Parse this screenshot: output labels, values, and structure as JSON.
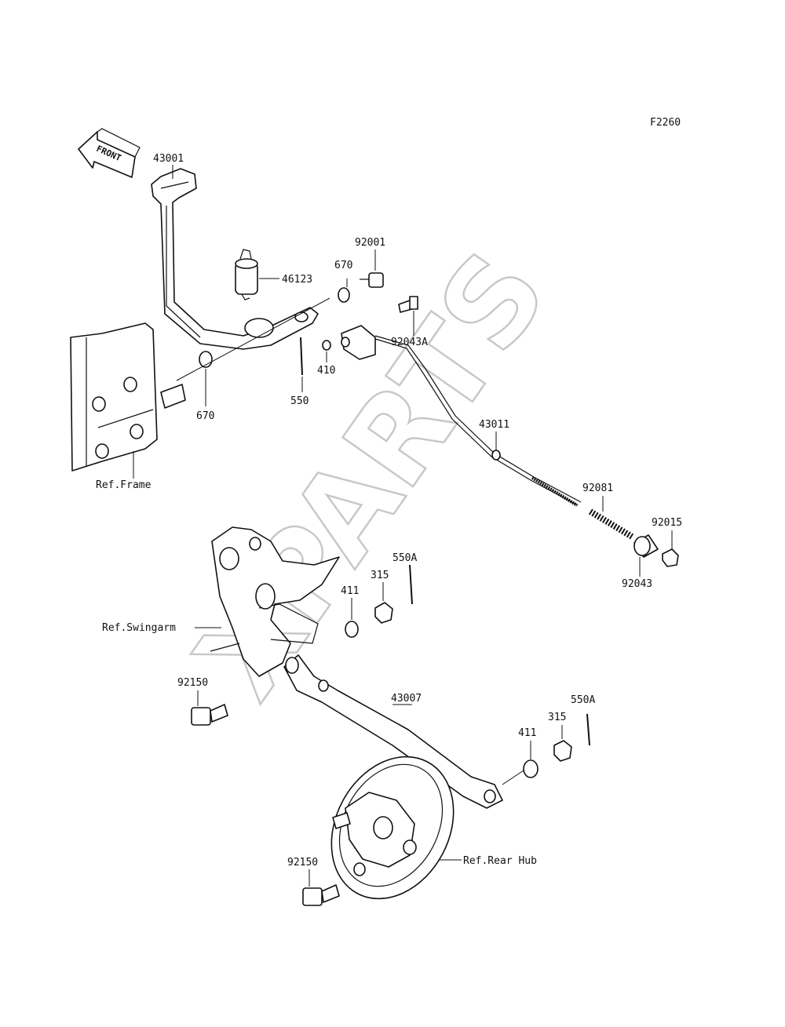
{
  "figure_code": "F2260",
  "front_arrow_text": "FRONT",
  "watermark": "XPARTS",
  "refs": {
    "frame": "Ref.Frame",
    "swingarm": "Ref.Swingarm",
    "rear_hub": "Ref.Rear Hub"
  },
  "labels": {
    "p43001": "43001",
    "p46123": "46123",
    "p670a": "670",
    "p670b": "670",
    "p92001": "92001",
    "p92043A": "92043A",
    "p550": "550",
    "p410": "410",
    "p43011": "43011",
    "p92081": "92081",
    "p92015": "92015",
    "p92043": "92043",
    "p550Aa": "550A",
    "p315a": "315",
    "p411a": "411",
    "p92150a": "92150",
    "p43007": "43007",
    "p550Ab": "550A",
    "p315b": "315",
    "p411b": "411",
    "p92150b": "92150"
  }
}
